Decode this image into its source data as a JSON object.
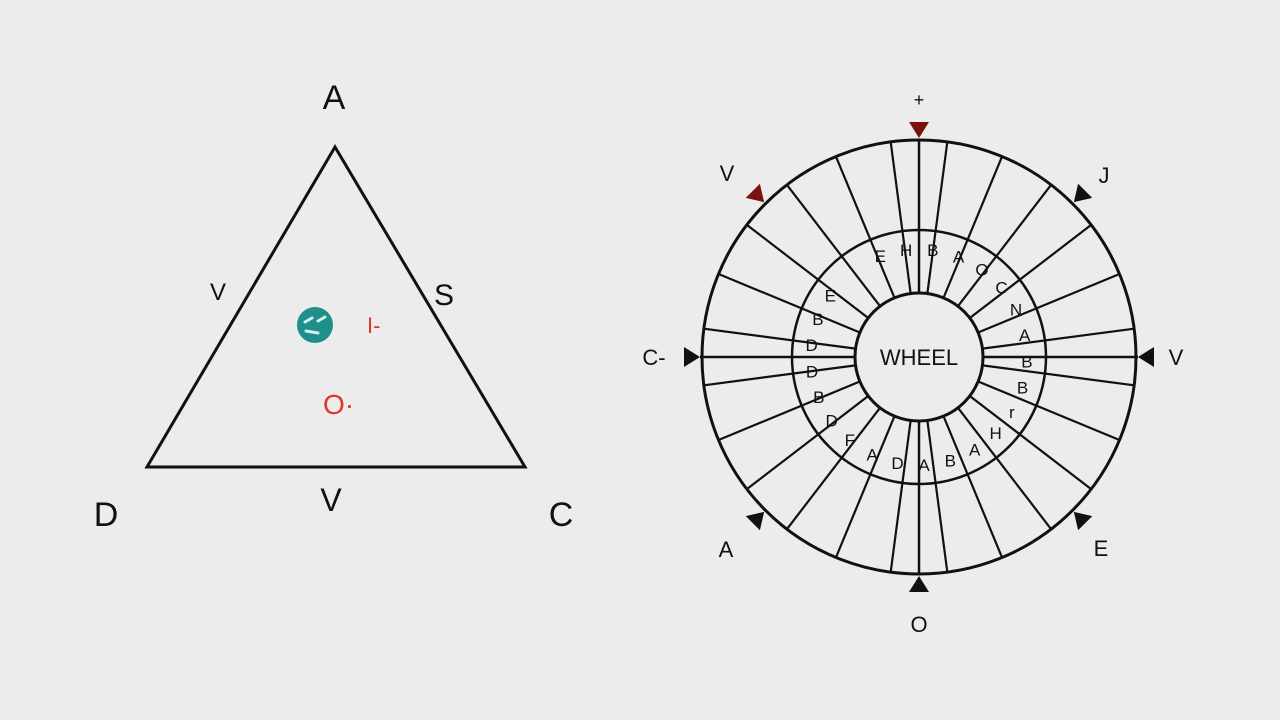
{
  "colors": {
    "background": "#ececec",
    "stroke": "#111111",
    "teal": "#1f8f8c",
    "red": "#e0352b",
    "dark_red": "#7a1010"
  },
  "triangle": {
    "vertices": {
      "top": "A",
      "left": "D",
      "right": "C"
    },
    "sides": {
      "left": "V",
      "right": "S",
      "bottom": "V"
    },
    "inner_symbols": {
      "teal_circle_icon": "teal-face-icon",
      "red_mark": "I-",
      "red_o": "O·"
    }
  },
  "wheel": {
    "hub_label": "WHEEL",
    "outer_labels": [
      "+",
      "J",
      "V",
      "E",
      "O",
      "A",
      "C-",
      "V"
    ],
    "inner_ring_labels": [
      "E",
      "H",
      "B",
      "A",
      "O",
      "C",
      "N",
      "A",
      "B",
      "B",
      "r",
      "H",
      "A",
      "B",
      "A",
      "D",
      "A",
      "F",
      "D",
      "B",
      "D",
      "D",
      "B",
      "E"
    ]
  }
}
